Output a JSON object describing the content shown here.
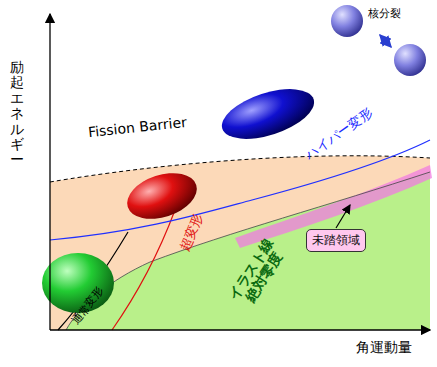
{
  "diagram": {
    "nodes": [
      {
        "text": [
          "未踏領域"
        ]
      }
    ],
    "labels": [
      "励起エネルギー",
      "角運動量",
      "Fission Barrier",
      "核分裂",
      "超変形",
      "ハイパー変形",
      "イラスト線 絶対零度",
      "通常変形"
    ]
  }
}
